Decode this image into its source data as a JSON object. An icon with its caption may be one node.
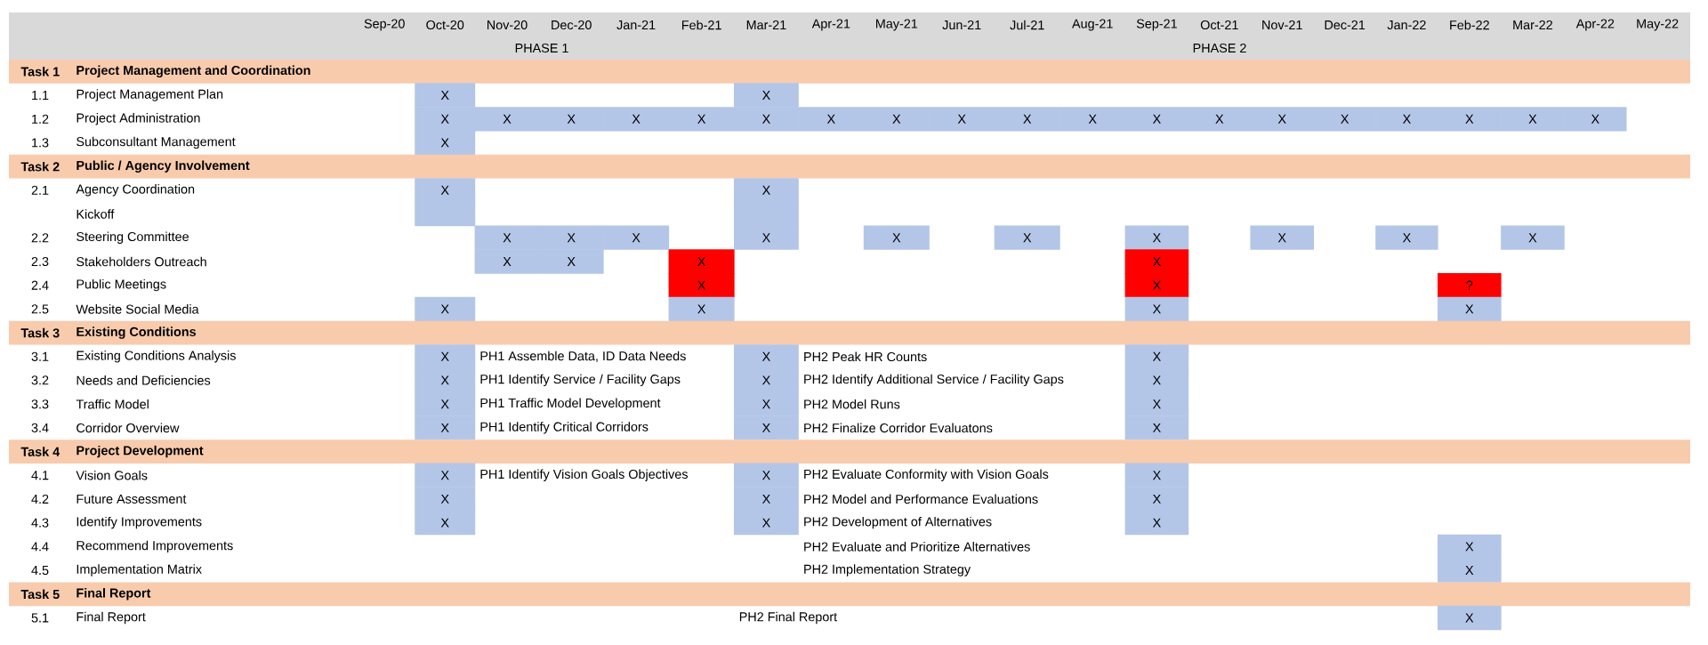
{
  "diagram": {
    "nodes": [
      {
        "text": [
          "Sep-20",
          "Oct-20",
          "Nov-20",
          "Dec-20",
          "Jan-21",
          "Feb-21",
          "Mar-21",
          "Apr-21",
          "May-21",
          "Jun-21",
          "Jul-21",
          "Aug-21",
          "Sep-21",
          "Oct-21",
          "Nov-21",
          "Dec-21",
          "Jan-22",
          "Feb-22",
          "Mar-22",
          "Apr-22",
          "May-22",
          "PHASE 1",
          "PHASE 2"
        ]
      },
      {
        "text": [
          "Task 1",
          "Project Management and Coordination"
        ]
      },
      {
        "text": [
          "X"
        ]
      },
      {
        "text": [
          "X"
        ]
      },
      {
        "text": [
          "X"
        ]
      },
      {
        "text": [
          "X"
        ]
      },
      {
        "text": [
          "X"
        ]
      },
      {
        "text": [
          "X"
        ]
      },
      {
        "text": [
          "X"
        ]
      },
      {
        "text": [
          "X"
        ]
      },
      {
        "text": [
          "X"
        ]
      },
      {
        "text": [
          "X"
        ]
      },
      {
        "text": [
          "X"
        ]
      },
      {
        "text": [
          "X"
        ]
      },
      {
        "text": [
          "X"
        ]
      },
      {
        "text": [
          "X"
        ]
      },
      {
        "text": [
          "X"
        ]
      },
      {
        "text": [
          "X"
        ]
      },
      {
        "text": [
          "X"
        ]
      },
      {
        "text": [
          "X"
        ]
      },
      {
        "text": [
          "X"
        ]
      },
      {
        "text": [
          "X"
        ]
      },
      {
        "text": [
          "X"
        ]
      },
      {
        "text": [
          "X"
        ]
      },
      {
        "text": [
          "Task 2",
          "Public / Agency Involvement"
        ]
      },
      {
        "text": [
          "X"
        ]
      },
      {
        "text": [
          "X"
        ]
      },
      {
        "text": [],
        "shape": "box"
      },
      {
        "text": [],
        "shape": "box"
      },
      {
        "text": [
          "X"
        ]
      },
      {
        "text": [
          "X"
        ]
      },
      {
        "text": [
          "X"
        ]
      },
      {
        "text": [
          "X"
        ]
      },
      {
        "text": [
          "X"
        ]
      },
      {
        "text": [
          "X"
        ]
      },
      {
        "text": [
          "X"
        ]
      },
      {
        "text": [
          "X"
        ]
      },
      {
        "text": [
          "X"
        ]
      },
      {
        "text": [
          "X"
        ]
      },
      {
        "text": [
          "X"
        ]
      },
      {
        "text": [
          "X"
        ]
      },
      {
        "text": [
          "X"
        ]
      },
      {
        "text": [
          "X"
        ]
      },
      {
        "text": [
          "X"
        ]
      },
      {
        "text": [
          "X"
        ]
      },
      {
        "text": [
          "?"
        ]
      },
      {
        "text": [
          "X"
        ]
      },
      {
        "text": [
          "X"
        ]
      },
      {
        "text": [
          "X"
        ]
      },
      {
        "text": [
          "X"
        ]
      },
      {
        "text": [
          "Task 3",
          "Existing Conditions"
        ]
      },
      {
        "text": [
          "X"
        ]
      },
      {
        "text": [
          "X"
        ]
      },
      {
        "text": [
          "X"
        ]
      },
      {
        "text": [
          "X"
        ]
      },
      {
        "text": [
          "X"
        ]
      },
      {
        "text": [
          "X"
        ]
      },
      {
        "text": [
          "X"
        ]
      },
      {
        "text": [
          "X"
        ]
      },
      {
        "text": [
          "X"
        ]
      },
      {
        "text": [
          "X"
        ]
      },
      {
        "text": [
          "X"
        ]
      },
      {
        "text": [
          "X"
        ]
      },
      {
        "text": [
          "Task 4",
          "Project Development"
        ]
      },
      {
        "text": [
          "X"
        ]
      },
      {
        "text": [
          "X"
        ]
      },
      {
        "text": [
          "X"
        ]
      },
      {
        "text": [
          "X"
        ]
      },
      {
        "text": [
          "X"
        ]
      },
      {
        "text": [
          "X"
        ]
      },
      {
        "text": [
          "X"
        ]
      },
      {
        "text": [
          "X"
        ]
      },
      {
        "text": [
          "X"
        ]
      },
      {
        "text": [
          "X"
        ]
      },
      {
        "text": [
          "X"
        ]
      },
      {
        "text": [
          "Task 5",
          "Final Report"
        ]
      },
      {
        "text": [
          "X"
        ]
      }
    ],
    "labels": [
      "1.1",
      "Project Management Plan",
      "1.2",
      "Project Administration",
      "1.3",
      "Subconsultant Management",
      "2.1",
      "Agency Coordination",
      "Kickoff",
      "2.2",
      "Steering Committee",
      "2.3",
      "Stakeholders Outreach",
      "2.4",
      "Public Meetings",
      "2.5",
      "Website Social Media",
      "3.1",
      "Existing Conditions Analysis",
      "PH1 Assemble Data, ID Data Needs",
      "PH2 Peak HR Counts",
      "3.2",
      "Needs and Deficiencies",
      "PH1 Identify Service / Facility Gaps",
      "PH2 Identify Additional Service / Facility Gaps",
      "3.3",
      "Traffic Model",
      "PH1 Traffic Model Development",
      "PH2 Model Runs",
      "3.4",
      "Corridor Overview",
      "PH1 Identify Critical Corridors",
      "PH2 Finalize Corridor Evaluatons",
      "4.1",
      "Vision Goals",
      "PH1 Identify Vision Goals Objectives",
      "PH2 Evaluate Conformity with Vision Goals",
      "4.2",
      "Future Assessment",
      "PH2 Model and Performance Evaluations",
      "4.3",
      "Identify Improvements",
      "PH2 Development of Alternatives",
      "4.4",
      "Recommend Improvements",
      "PH2 Evaluate and Prioritize Alternatives",
      "4.5",
      "Implementation Matrix",
      "PH2 Implementation Strategy",
      "5.1",
      "Final Report",
      "PH2 Final Report"
    ]
  }
}
